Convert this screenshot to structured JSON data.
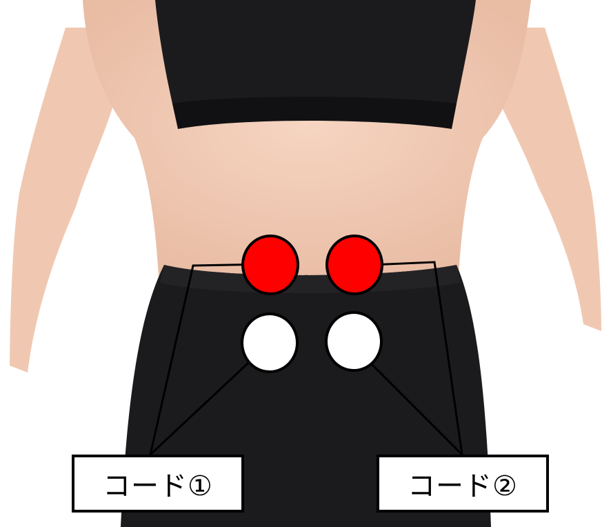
{
  "colors": {
    "skin": "#f2cbb5",
    "garment": "#1b1b1d",
    "electrode_active": "#ff0000",
    "electrode_passive": "#ffffff",
    "outline": "#000000"
  },
  "electrodes": [
    {
      "name": "electrode-red-left",
      "color": "red",
      "cord": 1
    },
    {
      "name": "electrode-red-right",
      "color": "red",
      "cord": 2
    },
    {
      "name": "electrode-white-left",
      "color": "white",
      "cord": 1
    },
    {
      "name": "electrode-white-right",
      "color": "white",
      "cord": 2
    }
  ],
  "labels": {
    "cord1": "コード①",
    "cord2": "コード②"
  }
}
